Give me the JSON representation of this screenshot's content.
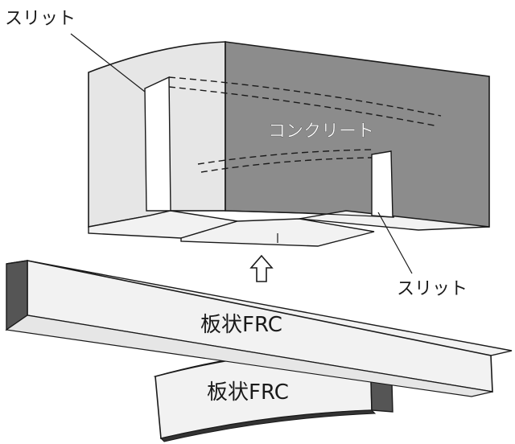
{
  "labels": {
    "slit_top_left": "スリット",
    "slit_bottom_right": "スリット",
    "concrete": "コンクリート",
    "frc_plate_upper": "板状FRC",
    "frc_plate_lower": "板状FRC"
  },
  "colors": {
    "outline": "#1a1a1a",
    "light_face": "#e6e6e6",
    "dark_face": "#8c8c8c",
    "plate_face": "#f2f2f2",
    "plate_end": "#555555",
    "white": "#ffffff"
  },
  "icons": {
    "insert_arrow": "up-arrow-outline"
  }
}
